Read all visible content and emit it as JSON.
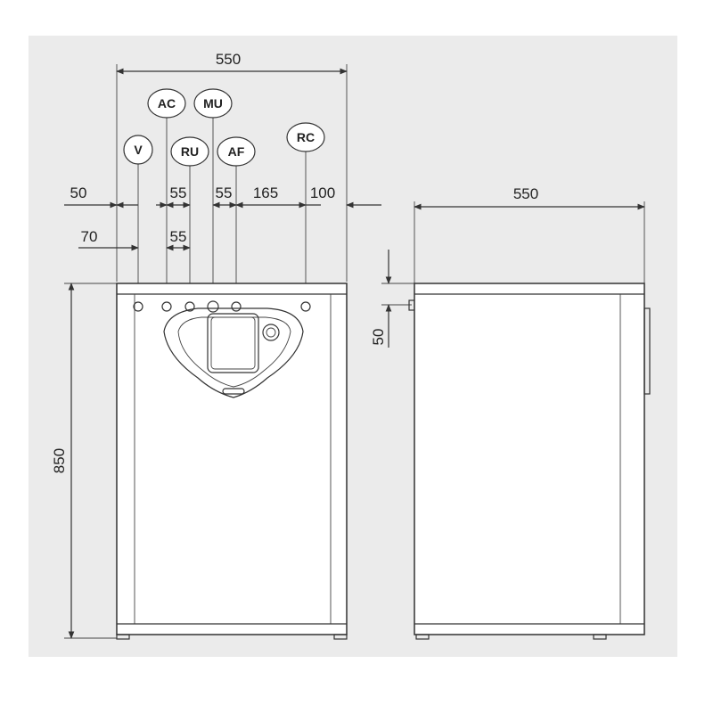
{
  "dimensions": {
    "total_width_front": "550",
    "left_offset": "50",
    "spacing_1": "55",
    "spacing_2": "55",
    "spacing_3": "165",
    "right_offset": "100",
    "offset_70": "70",
    "spacing_55_lower": "55",
    "total_width_side": "550",
    "height": "850",
    "top_offset_side": "50"
  },
  "connections": {
    "V": "V",
    "AC": "AC",
    "RU": "RU",
    "MU": "MU",
    "AF": "AF",
    "RC": "RC"
  },
  "colors": {
    "background_panel": "#ebebeb",
    "lines": "#333333"
  }
}
